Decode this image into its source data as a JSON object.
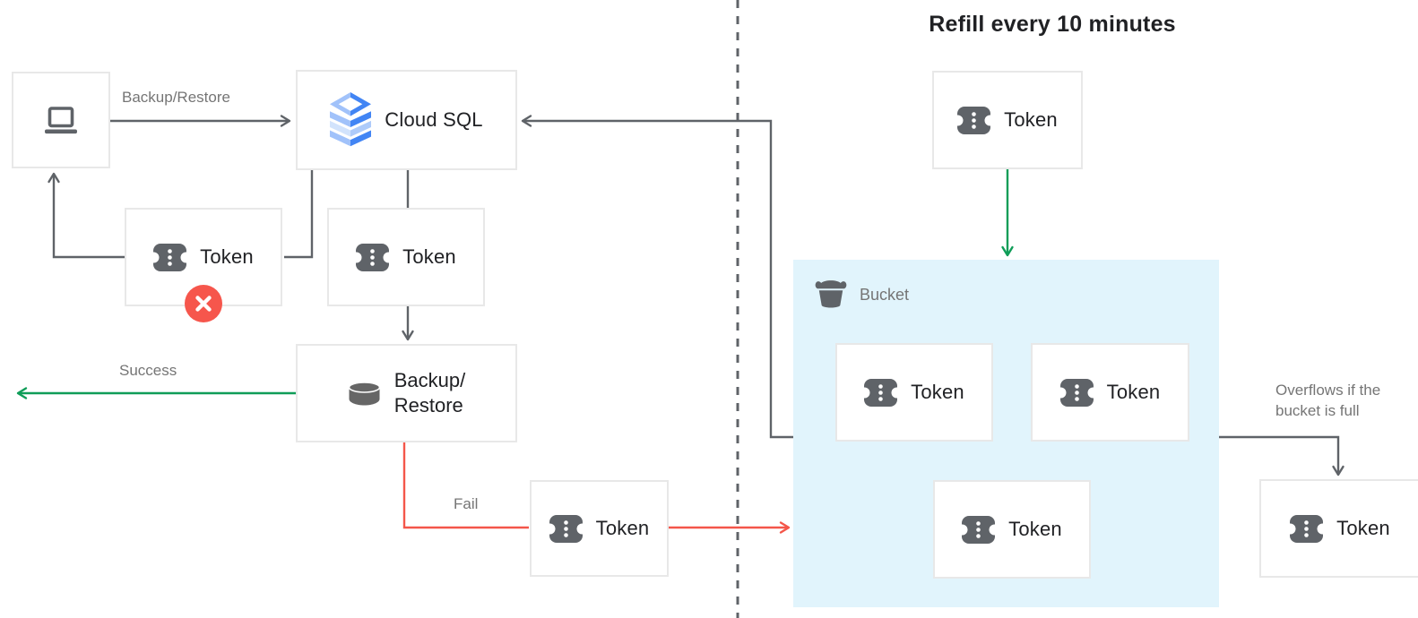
{
  "title": "Refill every 10 minutes",
  "nodes": {
    "client": {
      "icon": "laptop-icon"
    },
    "cloud_sql": {
      "label": "Cloud SQL",
      "icon": "cloud-sql-icon"
    },
    "token_rejected": {
      "label": "Token",
      "icon": "token-icon",
      "badge": "error-x-icon"
    },
    "token_request": {
      "label": "Token",
      "icon": "token-icon"
    },
    "backup_restore": {
      "line1": "Backup/",
      "line2": "Restore",
      "icon": "database-icon"
    },
    "token_fail": {
      "label": "Token",
      "icon": "token-icon"
    },
    "token_refill": {
      "label": "Token",
      "icon": "token-icon"
    },
    "bucket": {
      "label": "Bucket",
      "icon": "bucket-icon",
      "tokens": [
        {
          "label": "Token"
        },
        {
          "label": "Token"
        },
        {
          "label": "Token"
        }
      ]
    },
    "token_overflow": {
      "label": "Token",
      "icon": "token-icon"
    }
  },
  "edge_labels": {
    "backup_restore": "Backup/Restore",
    "success": "Success",
    "fail": "Fail",
    "overflow_line1": "Overflows if the",
    "overflow_line2": "bucket is full"
  },
  "colors": {
    "accent_blue": "#4285F4",
    "light_blue": "#A1C2FA",
    "bucket_fill": "#E1F4FC",
    "line_gray": "#5F6368",
    "success_green": "#0F9D58",
    "fail_red": "#F4564A",
    "error_badge_red": "#F6564C",
    "muted_text": "#757575",
    "dark_text": "#202124",
    "box_border": "#E8E8E8"
  }
}
